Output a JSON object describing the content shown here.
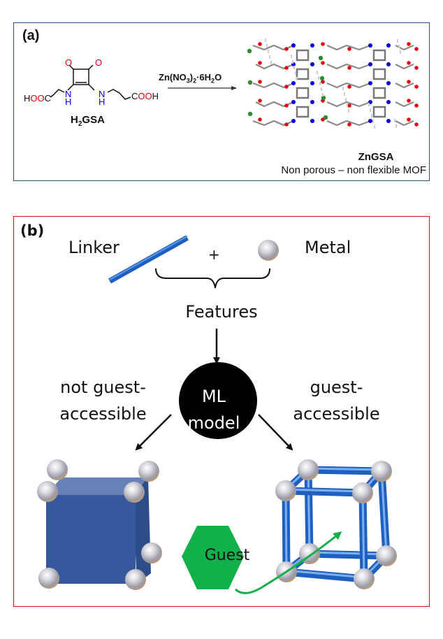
{
  "panel_a": {
    "label": "(a)",
    "linker": {
      "name": "H2GSA",
      "name_main": "H",
      "name_sub": "2",
      "name_rest": "GSA",
      "atoms": {
        "oxygen_left": "O",
        "oxygen_right": "O",
        "n_left": "N",
        "h_left": "H",
        "n_right": "N",
        "h_right": "H",
        "left_acid_h": "H",
        "left_acid_o": "OO",
        "left_acid_c": "C",
        "right_acid_c": "C",
        "right_acid_o": "OO",
        "right_acid_h": "H"
      }
    },
    "reaction": {
      "reagent_parts": [
        "Zn(NO",
        "3",
        ")",
        "2",
        "·6H",
        "2",
        "O"
      ],
      "reagent": "Zn(NO3)2·6H2O"
    },
    "product": {
      "name": "ZnGSA",
      "description": "Non porous – non flexible MOF"
    }
  },
  "panel_b": {
    "label": "(b)",
    "linker_label": "Linker",
    "plus": "+",
    "metal_label": "Metal",
    "features_label": "Features",
    "model_label_line1": "ML",
    "model_label_line2": "model",
    "left_outcome_line1": "not guest-",
    "left_outcome_line2": "accessible",
    "right_outcome_line1": "guest-",
    "right_outcome_line2": "accessible",
    "guest_label": "Guest"
  },
  "colors": {
    "panel_a_border": "#2f4f8a",
    "panel_b_border": "#e01010",
    "oxygen": "#e8000b",
    "nitrogen": "#0000e0",
    "zinc": "#2e8b2e",
    "linker_blue": "#2f6fcf",
    "solid_cube": "#35599c",
    "guest_green": "#12b04a"
  }
}
